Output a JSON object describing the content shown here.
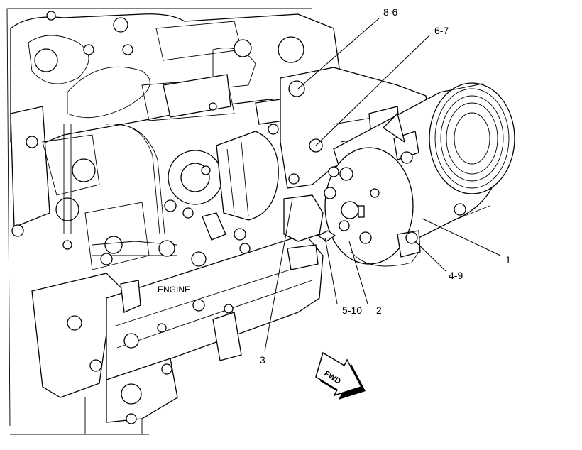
{
  "labels": {
    "engine": "ENGINE",
    "fwd": "FWD",
    "callout_8_6": "8-6",
    "callout_6_7": "6-7",
    "callout_1": "1",
    "callout_4_9": "4-9",
    "callout_5_10": "5-10",
    "callout_2": "2",
    "callout_3": "3"
  }
}
